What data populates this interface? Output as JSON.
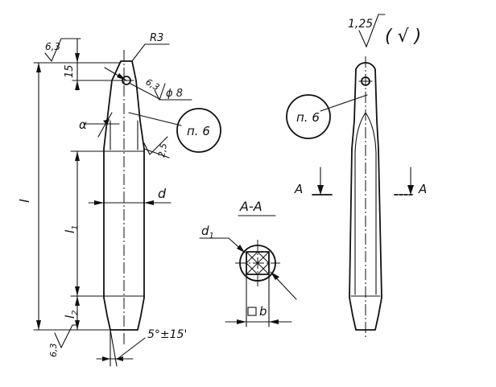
{
  "labels": {
    "r3": "R3",
    "rough_top": "6,3",
    "dim_15": "15",
    "rough_hole": "6,3",
    "phi8": "ϕ 8",
    "alpha": "α",
    "p6_left": "п. 6",
    "rough_side": "2,5",
    "l": "l",
    "l1": "l",
    "l1_sub": "1",
    "d": "d",
    "l2": "l",
    "l2_sub": "2",
    "rough_bottom": "6,3",
    "angle": "5°±15'",
    "section_title": "А-А",
    "d1": "d",
    "d1_sub": "1",
    "b": "b",
    "rough_main": "1,25",
    "rough_paren": "( √ )",
    "p6_right": "п. 6",
    "cut_a_left": "А",
    "cut_a_right": "А"
  }
}
